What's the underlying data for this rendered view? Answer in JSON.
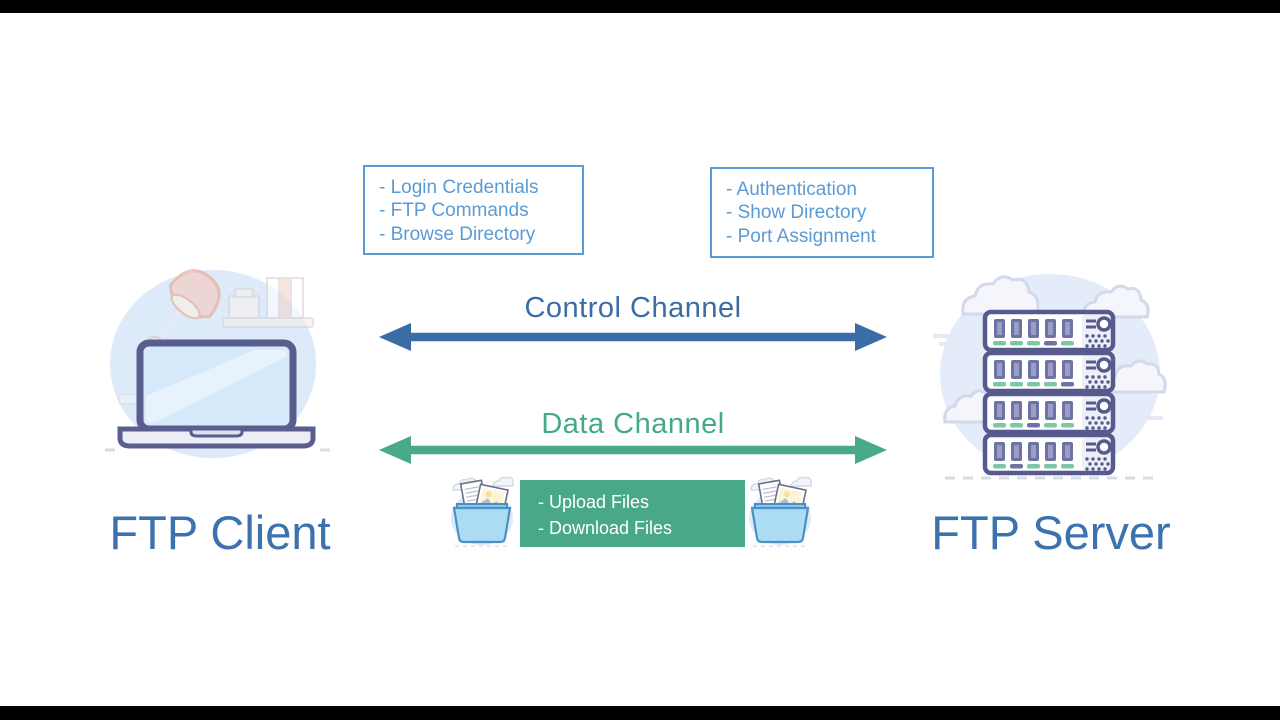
{
  "client_notes": {
    "items": [
      "- Login Credentials",
      "- FTP Commands",
      "- Browse Directory"
    ],
    "color": "#5b9bd5"
  },
  "server_notes": {
    "items": [
      "- Authentication",
      "- Show Directory",
      "- Port Assignment"
    ],
    "color": "#5b9bd5"
  },
  "control_channel": {
    "label": "Control Channel",
    "color": "#3a6da6"
  },
  "data_channel": {
    "label": "Data Channel",
    "color": "#45a88a"
  },
  "transfer_box": {
    "items": [
      "- Upload Files",
      "- Download Files"
    ],
    "bg": "#49a78a",
    "text_color": "#ffffff"
  },
  "client": {
    "label": "FTP Client",
    "color": "#3c72ae"
  },
  "server": {
    "label": "FTP Server",
    "color": "#3c72ae"
  },
  "icons": {
    "client": "laptop-workspace-illustration",
    "server": "server-rack-clouds-illustration",
    "transfer_left": "open-folder-files-icon",
    "transfer_right": "open-folder-files-icon"
  }
}
